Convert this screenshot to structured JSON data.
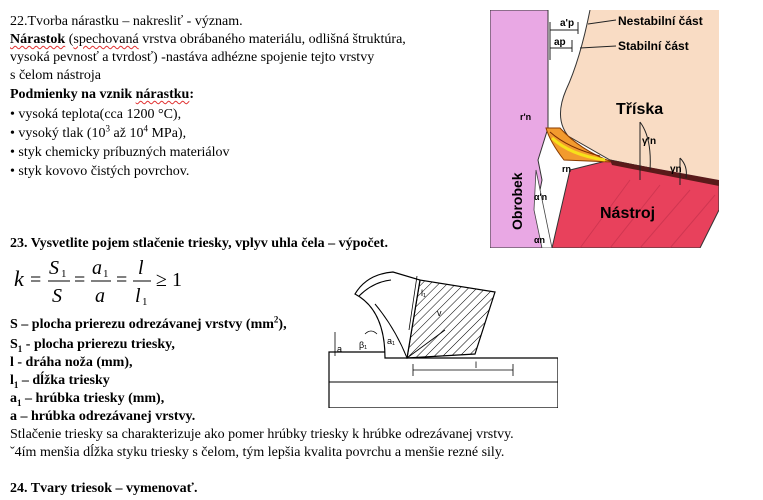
{
  "q22": {
    "title": "22.Tvorba nárastku – nakresliť - význam.",
    "def_bold": "Nárastok",
    "def_rest_1": " (",
    "def_wavy_1": "spechovaná",
    "def_rest_2": " vrstva obrábaného materiálu, odlišná štruktúra,",
    "def_line2": "vysoká pevnosť a tvrdosť) -nastáva adhézne spojenie tejto vrstvy",
    "def_line3": "s čelom nástroja",
    "cond_title_a": "Podmienky na vznik ",
    "cond_title_b": "nárastku",
    "cond_title_c": ":",
    "bullets": [
      "• vysoká teplota(cca 1200 °C),",
      "• vysoký tlak (10",
      "• styk chemicky príbuzných materiálov",
      "• styk kovovo čistých povrchov."
    ],
    "pressure_exp_1": "3",
    "pressure_mid": " až 10",
    "pressure_exp_2": "4",
    "pressure_end": " MPa),"
  },
  "fig1": {
    "label_unstable": "Nestabilní část",
    "label_stable": "Stabilní část",
    "label_chip": "Tříska",
    "label_tool": "Nástroj",
    "label_workpiece": "Obrobek",
    "label_ap_prime": "a'p",
    "label_ap": "ap",
    "label_gamma_n_prime": "γ'n",
    "label_gamma_n": "γn",
    "label_r_n_prime": "r'n",
    "label_r_n": "rn",
    "label_alpha_n_prime": "α'n",
    "label_alpha_n": "αn"
  },
  "q23": {
    "title": "23. Vysvetlite pojem stlačenie triesky, vplyv uhla čela – výpočet.",
    "formula": {
      "k": "k",
      "eq": "=",
      "S1": "S",
      "S1_sub": "1",
      "S": "S",
      "a1": "a",
      "a1_sub": "1",
      "a": "a",
      "l": "l",
      "l1": "l",
      "l1_sub": "1",
      "geq": "≥ 1"
    },
    "defs": [
      {
        "sym": "S",
        "sym_sub": "",
        "text": " – plocha prierezu odrezávanej vrstvy (mm",
        "sup": "2",
        "tail": "),"
      },
      {
        "sym": "S",
        "sym_sub": "1",
        "text": " - plocha prierezu triesky,",
        "sup": "",
        "tail": ""
      },
      {
        "sym": "l",
        "sym_sub": "",
        "text": " -  dráha noža (mm),",
        "sup": "",
        "tail": ""
      },
      {
        "sym": "l",
        "sym_sub": "1",
        "text": " – dĺžka triesky",
        "sup": "",
        "tail": ""
      },
      {
        "sym": "a",
        "sym_sub": "1",
        "text": " – hrúbka triesky (mm),",
        "sup": "",
        "tail": ""
      },
      {
        "sym": "a",
        "sym_sub": "",
        "text": " –  hrúbka odrezávanej vrstvy.",
        "sup": "",
        "tail": ""
      }
    ],
    "para1": "Stlačenie triesky sa charakterizuje ako pomer hrúbky triesky k hrúbke odrezávanej vrstvy.",
    "para2": "ˇ4ím menšia dĺžka styku triesky s čelom, tým lepšia kvalita povrchu a menšie rezné sily."
  },
  "fig2": {
    "label_l1": "l₁",
    "label_v": "v",
    "label_a1": "a₁",
    "label_beta1": "β₁",
    "label_a": "a",
    "label_l": "l"
  },
  "q24": {
    "title": "24. Tvary triesok – vymenovať."
  }
}
